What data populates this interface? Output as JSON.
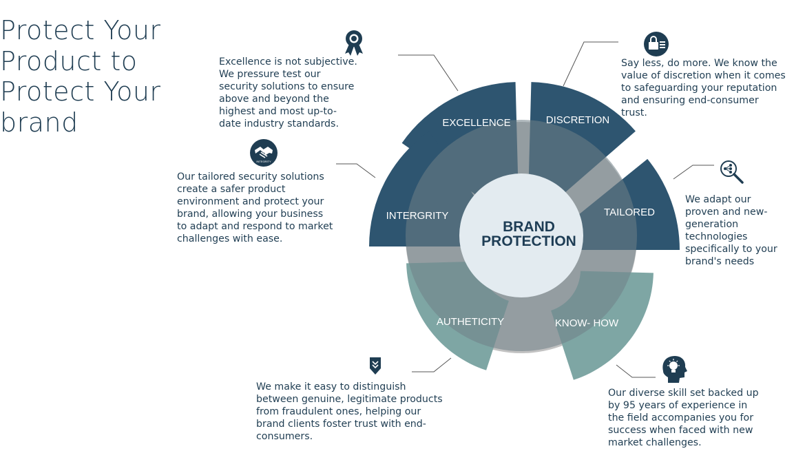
{
  "title_lines": [
    "Protect Your",
    "Product to",
    "Protect Your",
    "brand"
  ],
  "center_lines": [
    "BRAND",
    "PROTECTION"
  ],
  "colors": {
    "dark_segment": "#2e5570",
    "teal_segment": "#7ea6a4",
    "inner_ring": "#6f7f86",
    "outer_grey": "#c2c2c2",
    "center_fill": "#e3ebf0",
    "text": "#1f3d52",
    "connector": "#555555"
  },
  "segments": [
    {
      "id": "excellence",
      "label": "EXCELLENCE",
      "icon": "award-ribbon-icon",
      "description": [
        "Excellence is not subjective.",
        "We pressure test our",
        "security solutions to ensure",
        "above and beyond the",
        "highest and most up-to-",
        "date industry standards."
      ]
    },
    {
      "id": "discretion",
      "label": "DISCRETION",
      "icon": "lock-icon",
      "description": [
        "Say less, do more. We know the",
        "value of discretion when it comes",
        "to safeguarding your reputation",
        "and ensuring end-consumer",
        "trust."
      ]
    },
    {
      "id": "tailored",
      "label": "TAILORED",
      "icon": "network-magnifier-icon",
      "description": [
        "We adapt our",
        "proven and new-",
        "generation",
        "technologies",
        "specifically to your",
        "brand's needs"
      ]
    },
    {
      "id": "know-how",
      "label": "KNOW- HOW",
      "icon": "head-lightbulb-icon",
      "description": [
        "Our diverse skill set backed up",
        "by 95 years of experience in",
        "the field accompanies you for",
        "success when faced with new",
        "market challenges."
      ]
    },
    {
      "id": "authenticity",
      "label": "AUTHETICITY",
      "icon": "shield-badge-icon",
      "description": [
        "We make it easy to distinguish",
        "between genuine, legitimate products",
        "from fraudulent ones, helping our",
        "brand clients foster trust with end-",
        "consumers."
      ]
    },
    {
      "id": "integrity",
      "label": "INTERGRITY",
      "icon": "handshake-icon",
      "icon_caption": "INTEGRITY",
      "description": [
        "Our tailored security solutions",
        "create a safer product",
        "environment and protect your",
        "brand, allowing your business",
        "to adapt and respond to market",
        "challenges with ease."
      ]
    }
  ]
}
